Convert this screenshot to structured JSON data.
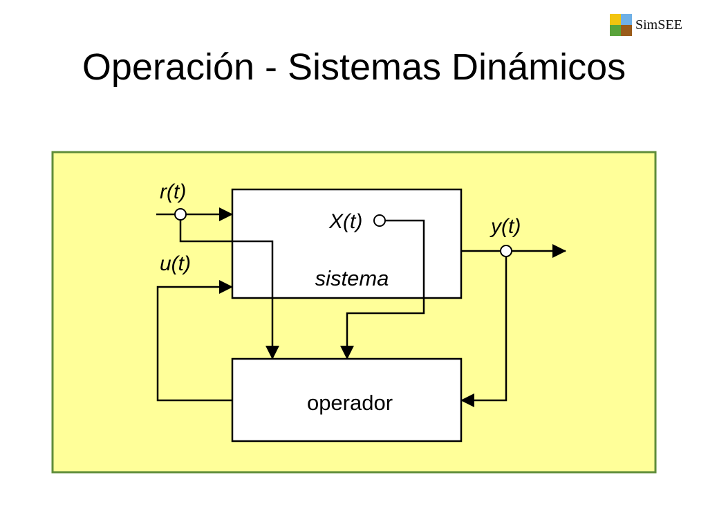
{
  "brand": {
    "name": "SimSEE",
    "logo_colors": [
      "#f2c40f",
      "#6fb0e6",
      "#59a33a",
      "#9a5c1a"
    ]
  },
  "slide": {
    "title": "Operación - Sistemas Dinámicos"
  },
  "diagram": {
    "panel_fill": "#ffff99",
    "panel_border": "#5f8d3a",
    "blocks": {
      "system": "sistema",
      "operator": "operador"
    },
    "signals": {
      "reference": "r(t)",
      "control": "u(t)",
      "state": "X(t)",
      "output": "y(t)"
    }
  }
}
